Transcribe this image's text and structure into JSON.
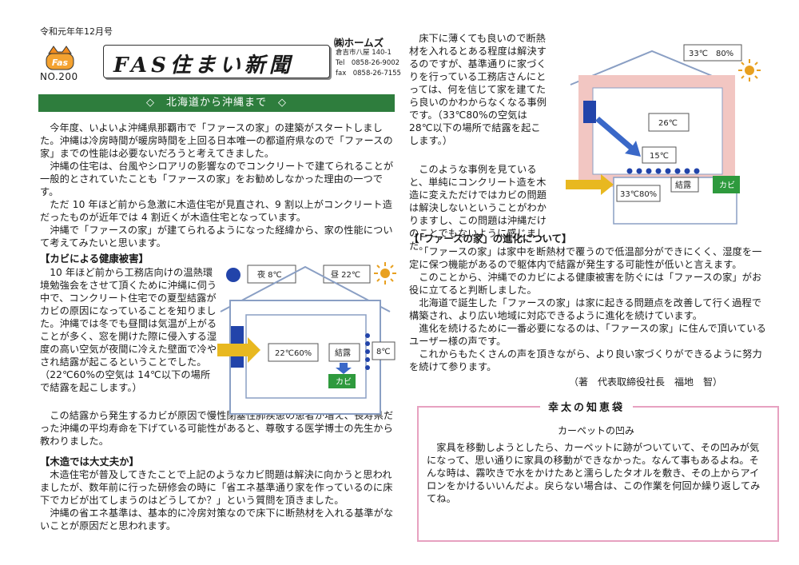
{
  "header": {
    "date": "令和元年年12月号",
    "logo_text": "Fas",
    "issue_no": "NO.200",
    "title": "FAS住まい新聞",
    "company": "㈱ホームズ",
    "address": "倉吉市八屋 140-1",
    "tel": "Tel　0858-26-9002",
    "fax": "fax　0858-26-7155"
  },
  "banner": "◇　北海道から沖縄まで　◇",
  "intro": [
    "今年度、いよいよ沖縄県那覇市で「ファースの家」の建築がスタートしました。沖縄は冷房時間が暖房時間を上回る日本唯一の都道府県なので「ファースの家」までの性能は必要ないだろうと考えてきました。",
    "沖縄の住宅は、台風やシロアリの影響なのでコンクリートで建てられることが一般的とされていたことも「ファースの家」をお勧めしなかった理由の一つです。",
    "ただ 10 年ほど前から急激に木造住宅が見直され、9 割以上がコンクリート造だったものが近年では 4 割近くが木造住宅となっています。",
    "沖縄で「ファースの家」が建てられるようになった経緯から、家の性能について考えてみたいと思います。"
  ],
  "sec1": {
    "heading": "【カビによる健康被害】",
    "paras": [
      "10 年ほど前から工務店向けの温熱環境勉強会をさせて頂くために沖縄に伺う中で、コンクリート住宅での夏型結露がカビの原因になっていることを知りました。沖縄では冬でも昼間は気温が上がることが多く、窓を開けた際に侵入する湿度の高い空気が夜間に冷えた壁面で冷やされ結露が起こるということでした。（22℃60%の空気は 14℃以下の場所で結露を起こします。）",
      "この結露から発生するカビが原因で慢性閉塞性肺疾患の患者が増え、長寿県だった沖縄の平均寿命を下げている可能性があると、尊敬する医学博士の先生から教わりました。"
    ]
  },
  "sec2": {
    "heading": "【木造では大丈夫か】",
    "paras": [
      "木造住宅が普及してきたことで上記のようなカビ問題は解決に向かうと思われましたが、数年前に行った研修会の時に「省エネ基準通り家を作っているのに床下でカビが出てしまうのはどうしてか？」という質問を頂きました。",
      "沖縄の省エネ基準は、基本的に冷房対策なので床下に断熱材を入れる基準がないことが原因だと思われます。"
    ]
  },
  "col2_top": [
    "床下に薄くても良いので断熱材を入れるとある程度は解決するのですが、基準通りに家づくりを行っている工務店さんにとっては、何を信じて家を建てたら良いのかわからなくなる事例です。（33℃80%の空気は 28℃以下の場所で結露を起こします。）",
    "このような事例を見ていると、単純にコンクリート造を木造に変えただけではカビの問題は解決しないということがわかりますし、この問題は沖縄だけのことでもないように感じました。"
  ],
  "sec3": {
    "heading": "【「ファースの家」の進化について】",
    "paras": [
      "「ファースの家」は家中を断熱材で覆うので低温部分ができにくく、湿度を一定に保つ機能があるので躯体内で結露が発生する可能性が低いと言えます。",
      "このことから、沖縄でのカビによる健康被害を防ぐには「ファースの家」がお役に立てると判断しました。",
      "北海道で誕生した「ファースの家」は家に起きる問題点を改善して行く過程で構築され、より広い地域に対応できるように進化を続けています。",
      "進化を続けるために一番必要になるのは、「ファースの家」に住んで頂いているユーザー様の声です。",
      "これからもたくさんの声を頂きながら、より良い家づくりができるように努力を続けて参ります。"
    ],
    "signature": "（著　代表取締役社長　福地　智）"
  },
  "knowledge": {
    "title": "幸太の知恵袋",
    "subtitle": "カーペットの凹み",
    "body": "家具を移動しようとしたら、カーペットに跡がついていて、その凹みが気になって、思い通りに家具の移動ができなかった。なんて事もあるよね。そんな時は、霧吹きで水をかけたあと濡らしたタオルを敷き、その上からアイロンをかけるいいんだよ。戻らない場合は、この作業を何回か繰り返してみてね。"
  },
  "diagram1": {
    "night": "夜 8℃",
    "day": "昼 22℃",
    "inside": "22℃60%",
    "condensation": "結露",
    "wall_temp": "8℃",
    "mold": "カビ"
  },
  "diagram2": {
    "outside": "33℃　80%",
    "inside": "26℃",
    "cold": "15℃",
    "floor_air": "33℃80%",
    "condensation": "結露",
    "mold": "カビ"
  },
  "colors": {
    "green": "#2e7d3d",
    "blue": "#2244aa",
    "pink": "#f2c6c2",
    "arrow": "#e8b820",
    "sun": "#e8a020",
    "frame_pink": "#e7a1c0"
  }
}
